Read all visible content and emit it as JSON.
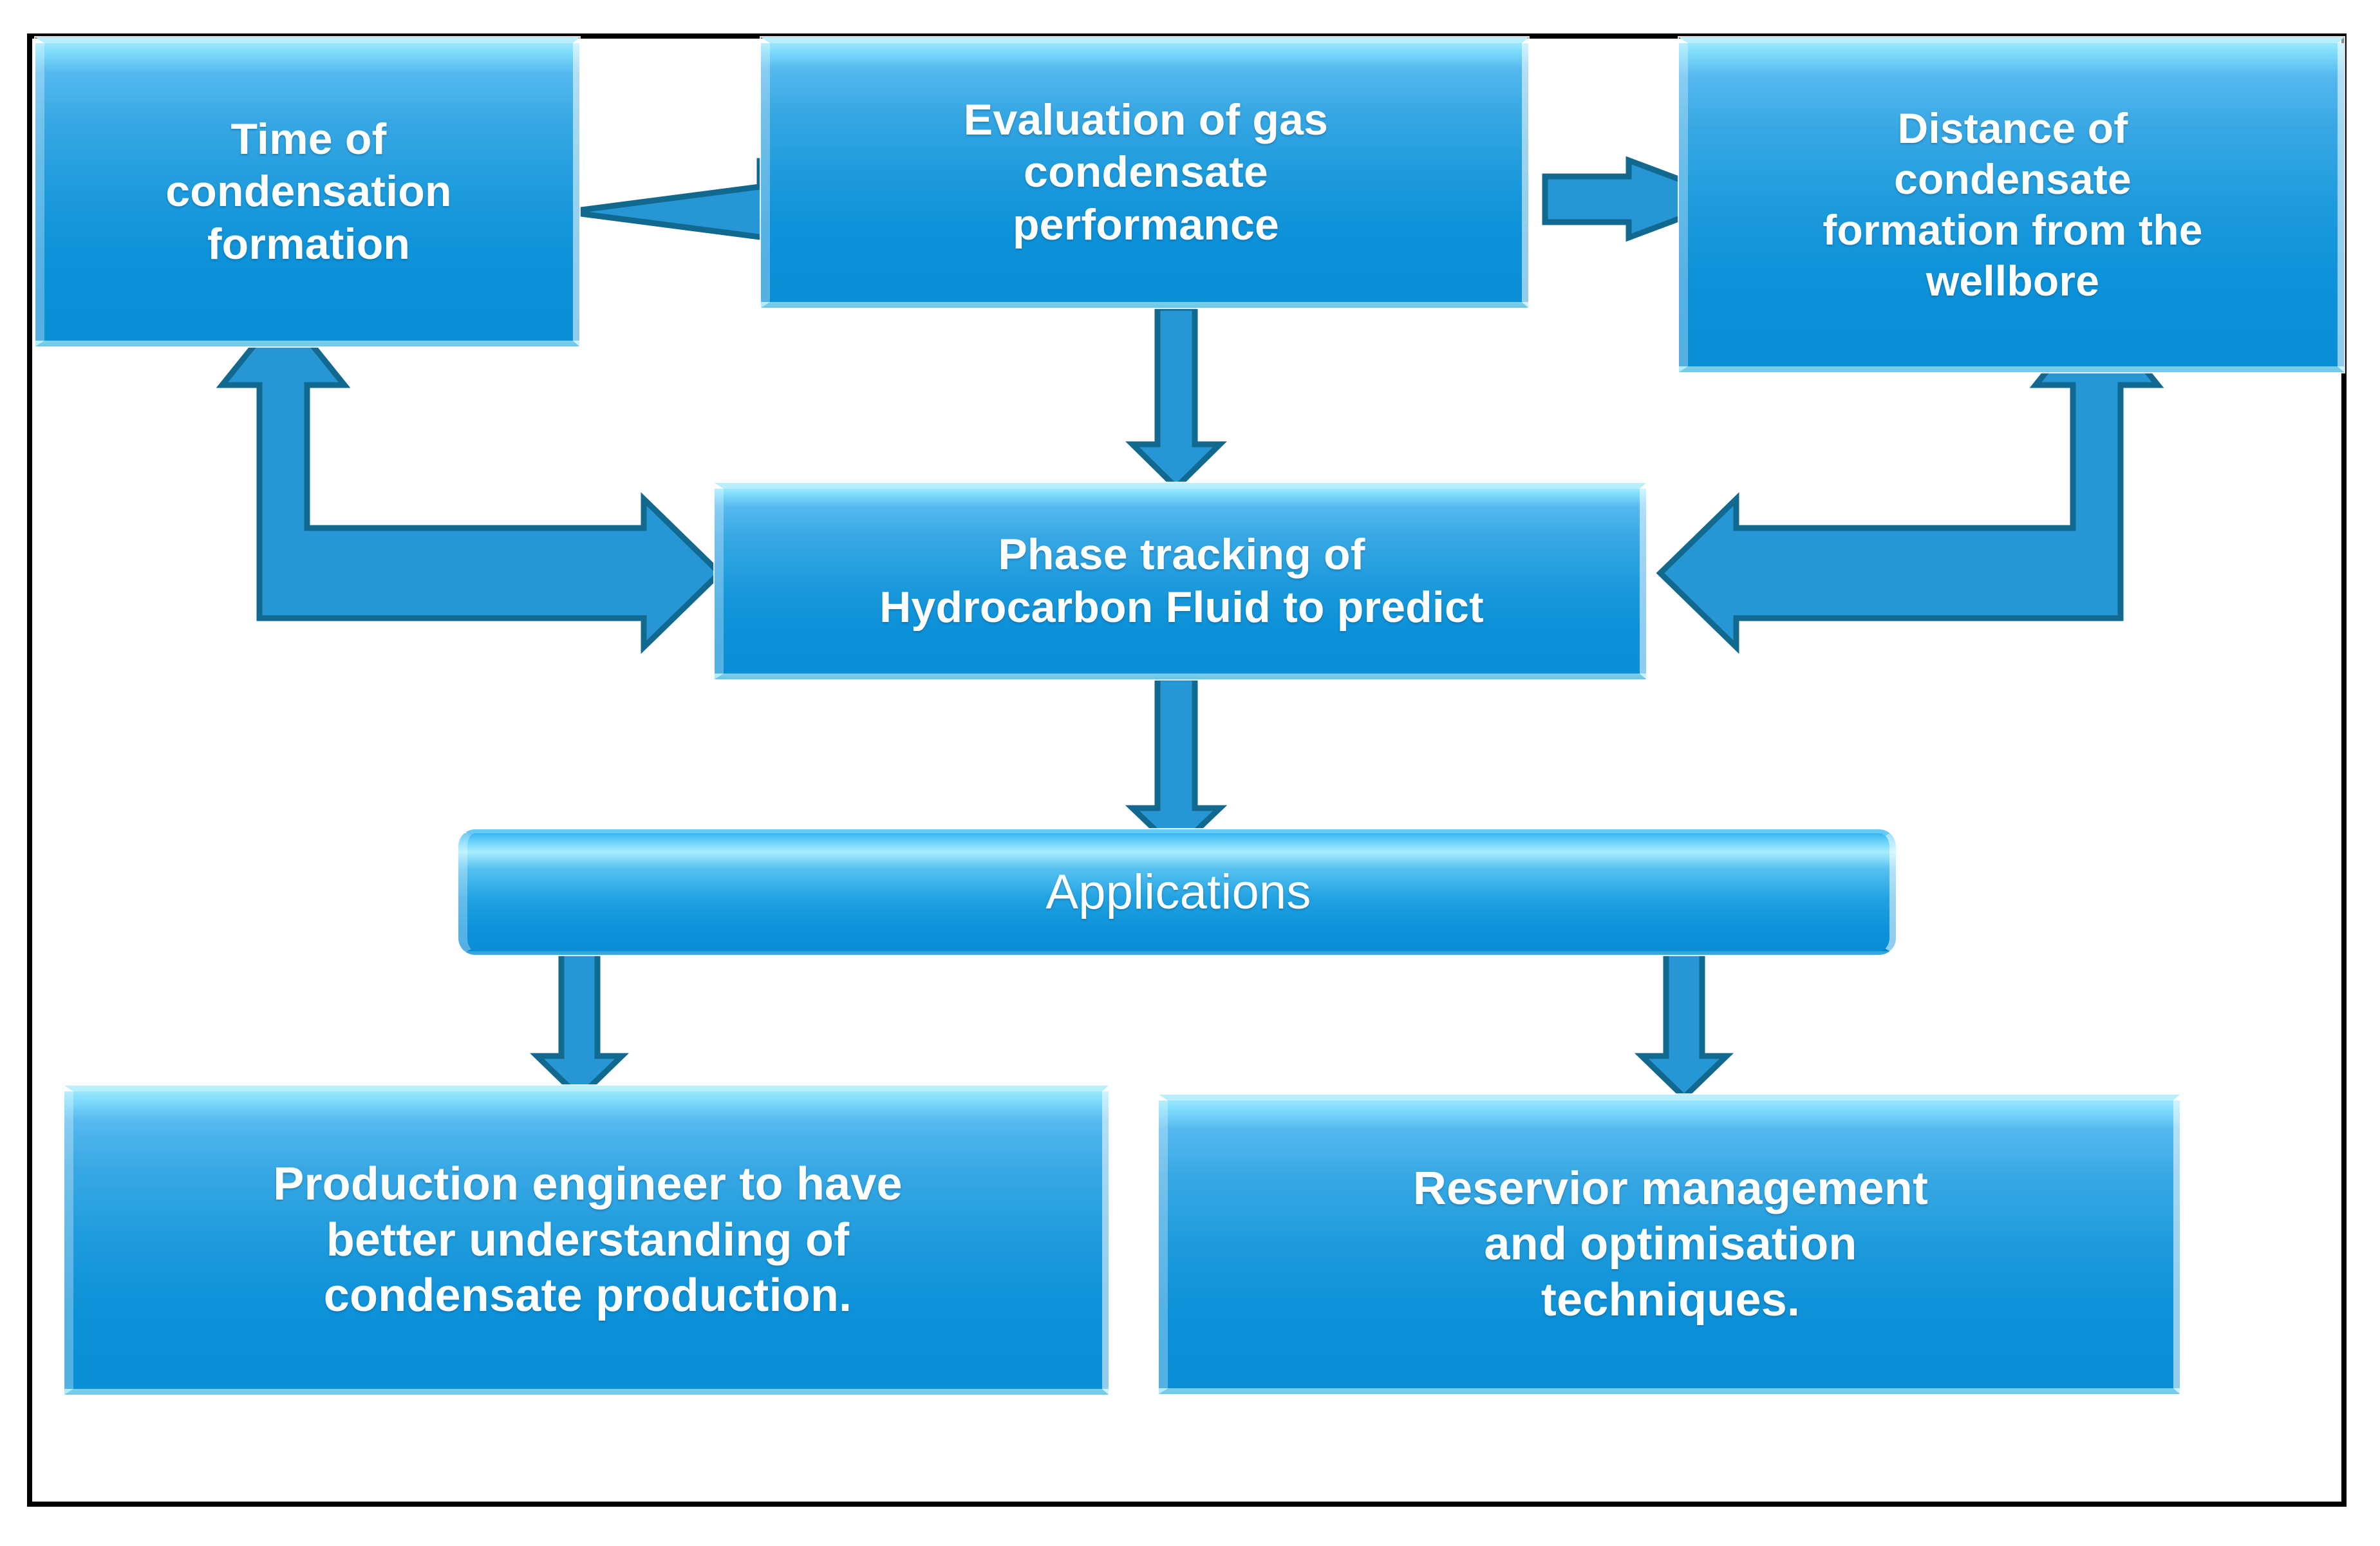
{
  "diagram": {
    "title": "Evaluation of gas condensate performance flowchart",
    "accent_color": "#2697d4",
    "accent_dark": "#11698f",
    "box_fill_top": "#9ae8fc",
    "box_fill_bottom": "#0a8fd6",
    "frame_color": "#000000",
    "text_color": "#ffffff"
  },
  "nodes": {
    "time_of_condensation": "Time of\ncondensation\nformation",
    "evaluation_of_gas": "Evaluation of gas\ncondensate\nperformance",
    "distance_of_condensate": "Distance of\ncondensate\nformation from the\nwellbore",
    "phase_tracking": "Phase tracking of\nHydrocarbon Fluid to predict",
    "applications": "Applications",
    "production_engineer": "Production engineer to have\nbetter understanding of\ncondensate production.",
    "reservoir_management": "Reservior management\nand optimisation\ntechniques."
  },
  "edges": [
    {
      "id": "eval-to-time",
      "from": "evaluation_of_gas",
      "to": "time_of_condensation",
      "shape": "straight-left",
      "heads": "single"
    },
    {
      "id": "eval-to-distance",
      "from": "evaluation_of_gas",
      "to": "distance_of_condensate",
      "shape": "straight-right",
      "heads": "single"
    },
    {
      "id": "eval-to-phase",
      "from": "evaluation_of_gas",
      "to": "phase_tracking",
      "shape": "straight-down",
      "heads": "single"
    },
    {
      "id": "time-phase-elbow",
      "from": "time_of_condensation",
      "to": "phase_tracking",
      "shape": "elbow-left",
      "heads": "double"
    },
    {
      "id": "distance-phase-elbow",
      "from": "distance_of_condensate",
      "to": "phase_tracking",
      "shape": "elbow-right",
      "heads": "double"
    },
    {
      "id": "phase-to-apps",
      "from": "phase_tracking",
      "to": "applications",
      "shape": "straight-down",
      "heads": "single"
    },
    {
      "id": "apps-to-production",
      "from": "applications",
      "to": "production_engineer",
      "shape": "straight-down",
      "heads": "single"
    },
    {
      "id": "apps-to-reservoir",
      "from": "applications",
      "to": "reservoir_management",
      "shape": "straight-down",
      "heads": "single"
    }
  ]
}
